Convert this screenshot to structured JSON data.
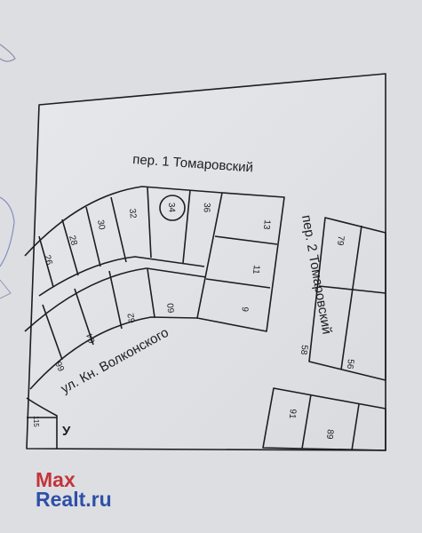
{
  "map": {
    "streets": {
      "lane_1": "пер. 1 Томаровский",
      "lane_2": "пер. 2 Томаровский",
      "main_street": "ул. Кн. Волконского",
      "cut_off_street": "У"
    },
    "lots": {
      "l26": "26",
      "l28": "28",
      "l30": "30",
      "l32": "32",
      "l34": "34",
      "l36": "36",
      "l13": "13",
      "l11": "11",
      "l9": "9",
      "l60": "60",
      "l62": "62",
      "l64": "64",
      "l66": "66",
      "l79": "79",
      "l58": "58",
      "l56": "56",
      "l91": "91",
      "l89": "89",
      "l115": "115"
    },
    "highlighted_lot": "34",
    "highlight_color": "#1d1d22"
  },
  "watermark": {
    "line1": "Max",
    "line2_brand": "Realt",
    "line2_tld": ".ru",
    "colors": {
      "max": "#c4343b",
      "realt": "#2f4fa8"
    }
  }
}
